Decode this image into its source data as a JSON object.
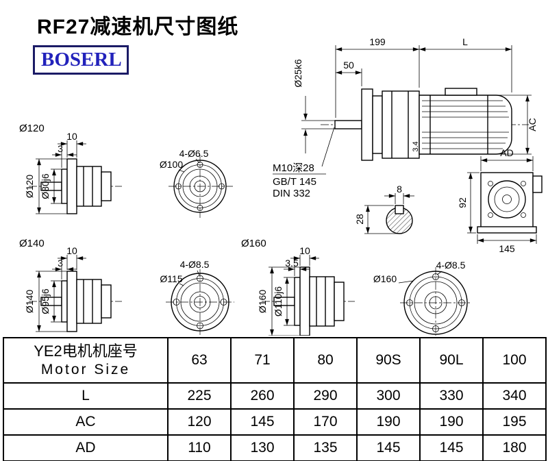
{
  "page": {
    "title": "RF27减速机尺寸图纸",
    "brand": "BOSERL"
  },
  "main_view": {
    "dim_199": "199",
    "dim_L": "L",
    "dim_shaft": "Ø25k6",
    "dim_50": "50",
    "dim_AC": "AC",
    "dim_34": "3.4",
    "note_thread": "M10深28",
    "note_gb": "GB/T 145",
    "note_din": "DIN 332"
  },
  "end_view": {
    "dim_AD": "AD",
    "dim_92": "92",
    "dim_145": "145"
  },
  "key_section": {
    "dim_8": "8",
    "dim_28": "28"
  },
  "flange120": {
    "label": "Ø120",
    "dim_10": "10",
    "dim_3": "3",
    "dim_outer": "Ø120",
    "dim_spigot": "Ø80j6",
    "dim_bolt_circle": "Ø100",
    "dim_holes": "4-Ø6.5"
  },
  "flange140": {
    "label": "Ø140",
    "dim_10": "10",
    "dim_3": "3",
    "dim_outer": "Ø140",
    "dim_spigot": "Ø95j6",
    "dim_bolt_circle": "Ø115",
    "dim_holes": "4-Ø8.5"
  },
  "flange160": {
    "label": "Ø160",
    "dim_10": "10",
    "dim_3": "3.5",
    "dim_outer": "Ø160",
    "dim_spigot": "Ø110j6",
    "dim_bolt_circle": "Ø160",
    "dim_holes": "4-Ø8.5"
  },
  "table": {
    "header_cn": "YE2电机机座号",
    "header_en": "Motor Size",
    "sizes": [
      "63",
      "71",
      "80",
      "90S",
      "90L",
      "100"
    ],
    "rows": [
      {
        "label": "L",
        "values": [
          "225",
          "260",
          "290",
          "300",
          "330",
          "340"
        ]
      },
      {
        "label": "AC",
        "values": [
          "120",
          "145",
          "170",
          "190",
          "190",
          "195"
        ]
      },
      {
        "label": "AD",
        "values": [
          "110",
          "130",
          "135",
          "145",
          "145",
          "180"
        ]
      }
    ]
  }
}
